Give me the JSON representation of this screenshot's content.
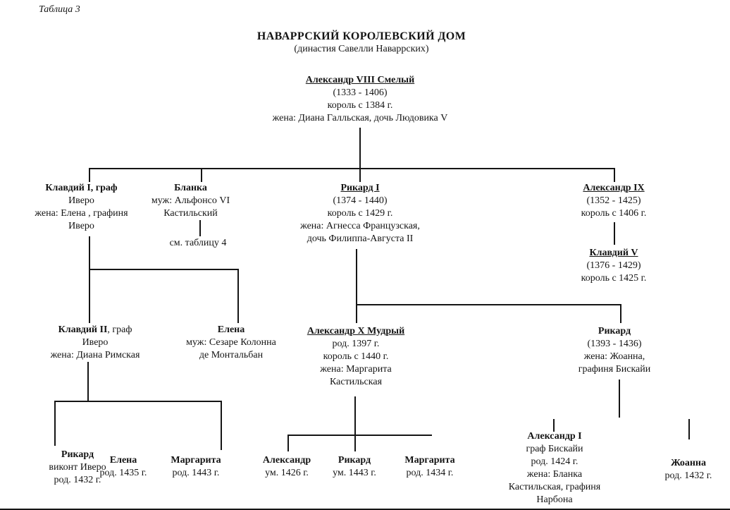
{
  "header": {
    "table_label": "Таблица 3",
    "title": "НАВАРРСКИЙ КОРОЛЕВСКИЙ ДОМ",
    "subtitle": "(династия Савелли Наваррских)"
  },
  "see_table_note": "см. таблицу 4",
  "nodes": {
    "root": {
      "name": "Александр VIII Смелый",
      "details": [
        "(1333 - 1406)",
        "король с 1384 г.",
        "жена: Диана Галльская, дочь Людовика V"
      ]
    },
    "claudius1": {
      "name": "Клавдий I, граф",
      "details": [
        "Иверо",
        "жена: Елена , графиня",
        "Иверо"
      ]
    },
    "blanca": {
      "name": "Бланка",
      "details": [
        "муж: Альфонсо VI",
        "Кастильский"
      ]
    },
    "ricard1": {
      "name": "Рикард I",
      "details": [
        "(1374 - 1440)",
        "король с 1429 г.",
        "жена: Агнесса Французская,",
        "дочь Филиппа-Августа II"
      ]
    },
    "alexander9": {
      "name": "Александр IX",
      "details": [
        "(1352 - 1425)",
        "король с 1406 г."
      ]
    },
    "claudius5": {
      "name": "Клавдий V",
      "details": [
        "(1376 - 1429)",
        "король с 1425 г."
      ]
    },
    "claudius2": {
      "name": "Клавдий II",
      "suffix": ", граф",
      "details": [
        "Иверо",
        "жена: Диана Римская"
      ]
    },
    "elena3": {
      "name": "Елена",
      "details": [
        "муж: Сезаре Колонна",
        "де Монтальбан"
      ]
    },
    "alexander10": {
      "name": "Александр X Мудрый",
      "details": [
        "род. 1397 г.",
        "король с 1440 г.",
        "жена: Маргарита",
        "Кастильская"
      ]
    },
    "ricard3": {
      "name": "Рикард",
      "details": [
        "(1393 - 1436)",
        "жена: Жоанна,",
        "графиня Бискайи"
      ]
    },
    "ricard4": {
      "name": "Рикард",
      "details": [
        "виконт Иверо",
        "род. 1432 г."
      ]
    },
    "elena4": {
      "name": "Елена",
      "details": [
        "род. 1435 г."
      ]
    },
    "margarita4a": {
      "name": "Маргарита",
      "details": [
        "род. 1443 г."
      ]
    },
    "alexander4": {
      "name": "Александр",
      "details": [
        "ум. 1426 г."
      ]
    },
    "ricard4b": {
      "name": "Рикард",
      "details": [
        "ум. 1443 г."
      ]
    },
    "margarita4b": {
      "name": "Маргарита",
      "details": [
        "род. 1434 г."
      ]
    },
    "alexander1": {
      "name": "Александр I",
      "details": [
        "граф Бискайи",
        "род. 1424 г.",
        "жена: Бланка",
        "Кастильская, графиня",
        "Нарбона"
      ]
    },
    "zhoanna": {
      "name": "Жоанна",
      "details": [
        "род. 1432 г."
      ]
    }
  }
}
